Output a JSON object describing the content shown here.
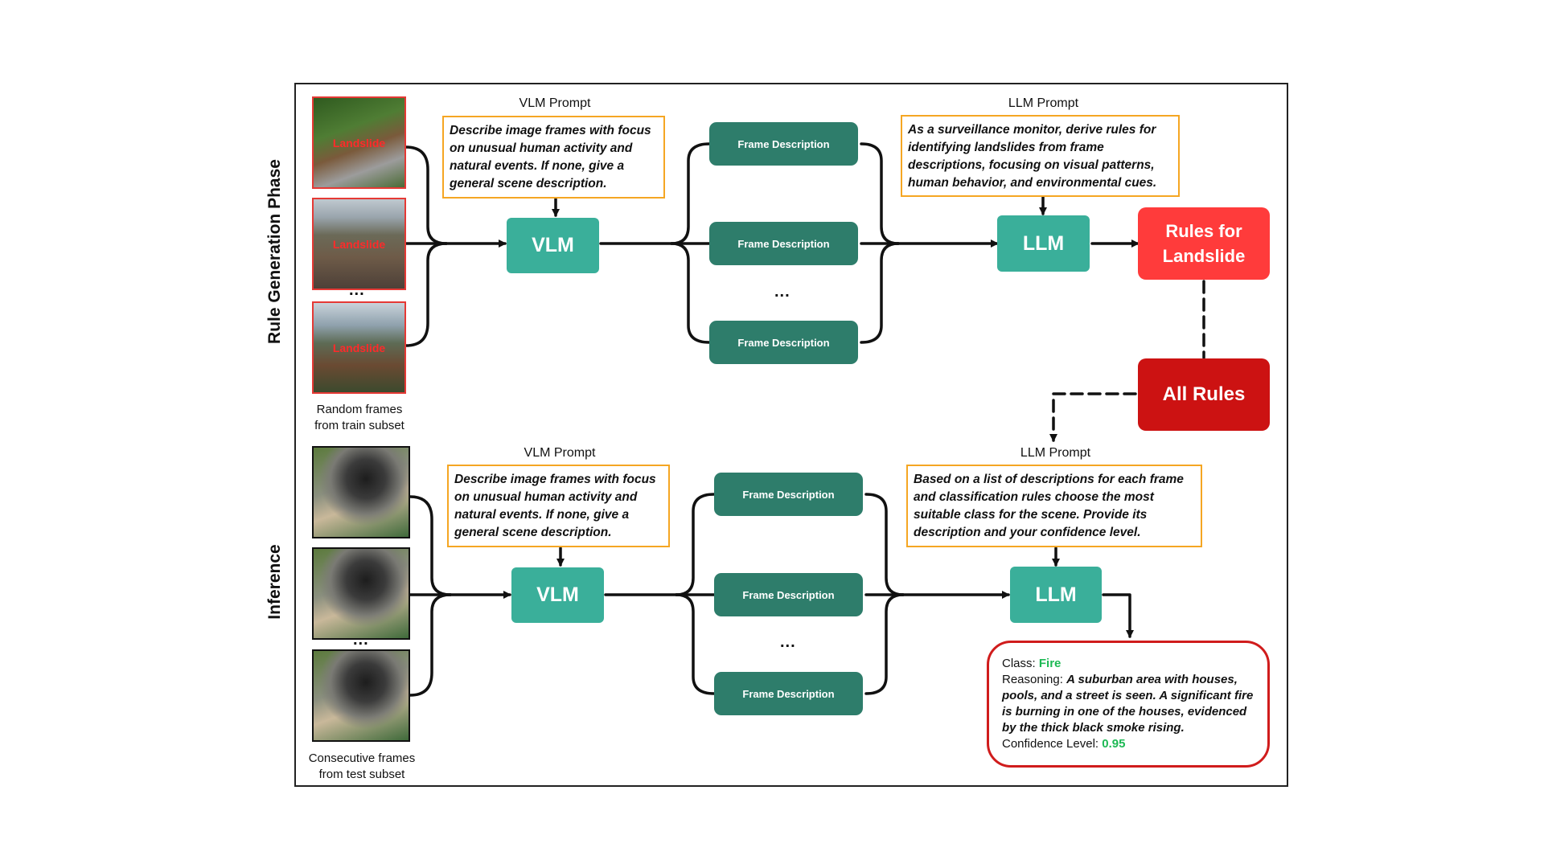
{
  "phases": {
    "top": "Rule Generation Phase",
    "bottom": "Inference"
  },
  "train": {
    "frame_tag": "Landslide",
    "dots": "...",
    "caption_line1": "Random frames",
    "caption_line2": "from train subset"
  },
  "test": {
    "dots": "...",
    "caption_line1": "Consecutive frames",
    "caption_line2": "from test subset"
  },
  "top": {
    "vlm_prompt_title": "VLM Prompt",
    "vlm_prompt_text": "Describe image frames with focus on unusual human activity and natural events. If none, give a general scene description.",
    "vlm_label": "VLM",
    "frame_desc": "Frame Description",
    "dots": "...",
    "llm_prompt_title": "LLM Prompt",
    "llm_prompt_text": "As a surveillance monitor, derive rules for identifying landslides from frame descriptions, focusing on visual patterns, human behavior, and environmental cues.",
    "llm_label": "LLM",
    "rules_line1": "Rules for",
    "rules_line2": "Landslide",
    "all_rules": "All Rules"
  },
  "bottom": {
    "vlm_prompt_title": "VLM Prompt",
    "vlm_prompt_text": "Describe image frames with focus on unusual human activity and natural events. If none, give a general scene description.",
    "vlm_label": "VLM",
    "frame_desc": "Frame Description",
    "dots": "...",
    "llm_prompt_title": "LLM Prompt",
    "llm_prompt_text": "Based on a list of descriptions for each frame and classification rules choose the most suitable class for the scene. Provide its description and your confidence level.",
    "llm_label": "LLM"
  },
  "result": {
    "class_label": "Class:",
    "class_value": "Fire",
    "reasoning_label": "Reasoning:",
    "reasoning_text": "A suburban area with houses, pools, and a street is seen. A significant fire is burning in one of the houses, evidenced by the thick black smoke rising.",
    "confidence_label": "Confidence Level:",
    "confidence_value": "0.95"
  },
  "colors": {
    "model_teal": "#3aaf9a",
    "frame_desc_green": "#2e7d6b",
    "prompt_border_orange": "#f5a623",
    "rules_red": "#ff3b3b",
    "all_rules_red": "#cc1212",
    "accent_green": "#1db954"
  }
}
